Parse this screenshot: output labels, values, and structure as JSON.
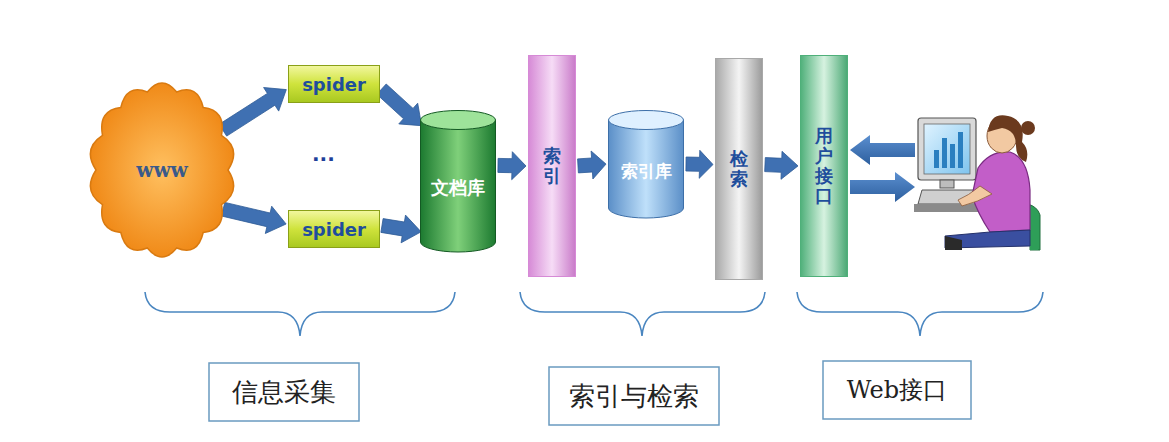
{
  "diagram": {
    "nodes": [
      {
        "text": [
          "www"
        ]
      },
      {
        "text": [
          "spider"
        ]
      },
      {
        "text": [
          "spider"
        ]
      },
      {
        "text": [
          "文档库"
        ]
      },
      {
        "text": [
          "索引"
        ]
      },
      {
        "text": [
          "索引库"
        ]
      },
      {
        "text": [
          "检索"
        ]
      },
      {
        "text": [
          "用户接口"
        ]
      },
      {
        "text": [
          "信息采集"
        ]
      },
      {
        "text": [
          "索引与检索"
        ]
      },
      {
        "text": [
          "Web接口"
        ]
      }
    ],
    "edges": [
      {
        "from": 0,
        "to": 1,
        "arrow": "to"
      },
      {
        "from": 0,
        "to": 2,
        "arrow": "to"
      },
      {
        "from": 1,
        "to": 3,
        "arrow": "to"
      },
      {
        "from": 2,
        "to": 3,
        "arrow": "to"
      },
      {
        "from": 3,
        "to": 4,
        "arrow": "to"
      },
      {
        "from": 4,
        "to": 5,
        "arrow": "to"
      },
      {
        "from": 5,
        "to": 6,
        "arrow": "to"
      },
      {
        "from": 6,
        "to": 7,
        "arrow": "to"
      }
    ],
    "labels": [
      "..."
    ]
  }
}
